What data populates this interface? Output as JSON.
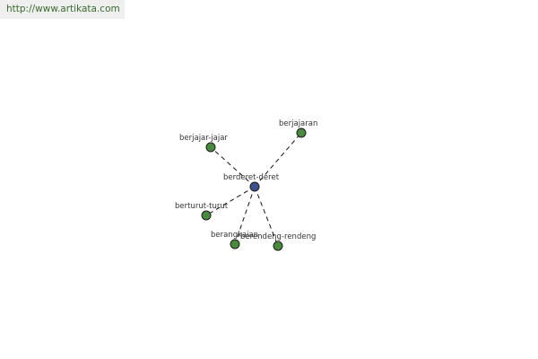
{
  "banner": {
    "url": "http://www.artikata.com"
  },
  "diagram": {
    "center": {
      "label": "berderet-deret",
      "color": "#3d4f8f"
    },
    "node_color": "#4b8a3e",
    "nodes": [
      {
        "label": "berjajar-jajar"
      },
      {
        "label": "berjajaran"
      },
      {
        "label": "berturut-turut"
      },
      {
        "label": "berangkaian"
      },
      {
        "label": "berendeng-rendeng"
      }
    ]
  }
}
